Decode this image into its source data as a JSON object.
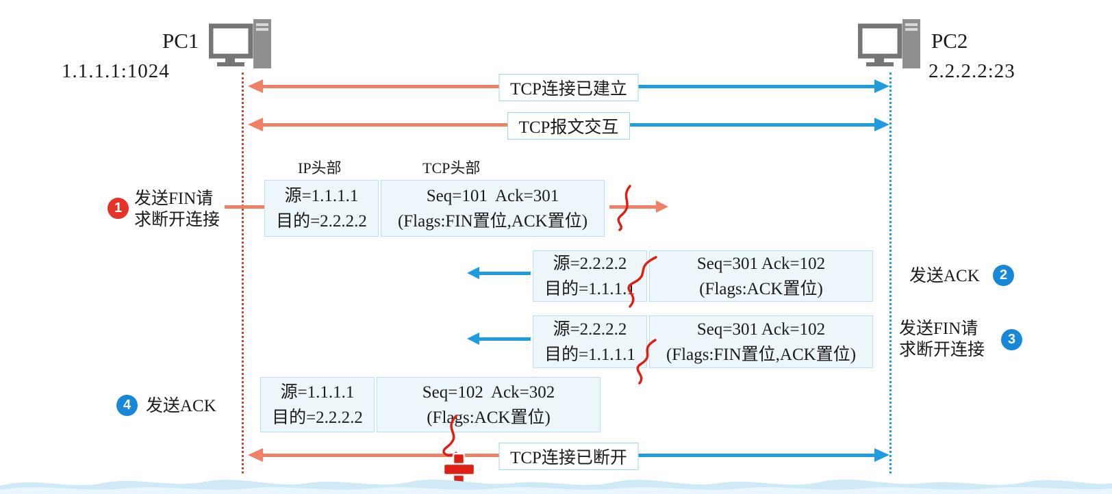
{
  "hosts": {
    "pc1": {
      "name": "PC1",
      "address": "1.1.1.1:1024"
    },
    "pc2": {
      "name": "PC2",
      "address": "2.2.2.2:23"
    }
  },
  "session": {
    "established": "TCP连接已建立",
    "exchange": "TCP报文交互",
    "closed": "TCP连接已断开"
  },
  "headers": {
    "ip": "IP头部",
    "tcp": "TCP头部"
  },
  "steps": [
    {
      "number": "1",
      "label_line1": "发送FIN请",
      "label_line2": "求断开连接",
      "ip_src": "源=1.1.1.1",
      "ip_dst": "目的=2.2.2.2",
      "tcp_line1": "Seq=101  Ack=301",
      "tcp_line2": "(Flags:FIN置位,ACK置位)",
      "direction": "pc1-to-pc2"
    },
    {
      "number": "2",
      "label_line1": "发送ACK",
      "ip_src": "源=2.2.2.2",
      "ip_dst": "目的=1.1.1.1",
      "tcp_line1": "Seq=301 Ack=102",
      "tcp_line2": "(Flags:ACK置位)",
      "direction": "pc2-to-pc1"
    },
    {
      "number": "3",
      "label_line1": "发送FIN请",
      "label_line2": "求断开连接",
      "ip_src": "源=2.2.2.2",
      "ip_dst": "目的=1.1.1.1",
      "tcp_line1": "Seq=301 Ack=102",
      "tcp_line2": "(Flags:FIN置位,ACK置位)",
      "direction": "pc2-to-pc1"
    },
    {
      "number": "4",
      "label_line1": "发送ACK",
      "ip_src": "源=1.1.1.1",
      "ip_dst": "目的=2.2.2.2",
      "tcp_line1": "Seq=102  Ack=302",
      "tcp_line2": "(Flags:ACK置位)",
      "direction": "pc1-to-pc2"
    }
  ],
  "colors": {
    "pc1_arrow": "#ef8066",
    "pc2_arrow": "#1f9be0",
    "box_bg": "#edf7fb",
    "box_border": "#b9e0ef",
    "step1_badge": "#e53328",
    "step_badge": "#1787d8",
    "annotation_ink": "#dd1f14",
    "wave": "#cfe9f7"
  }
}
